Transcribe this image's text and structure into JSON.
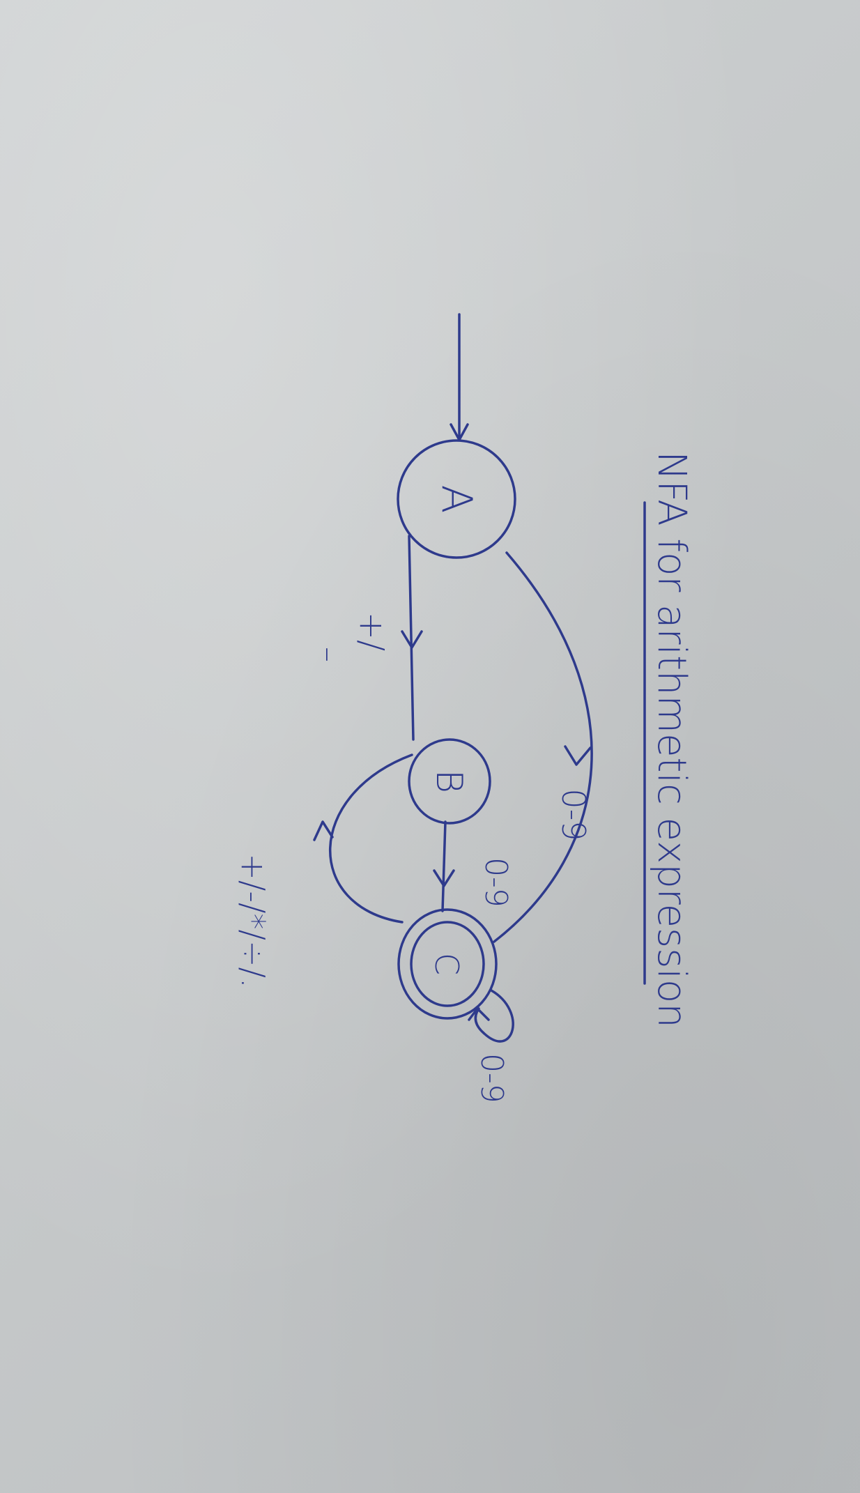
{
  "diagram": {
    "title": "NFA for arithmetic expression",
    "states": [
      {
        "id": "A",
        "label": "A",
        "start": true,
        "accepting": false
      },
      {
        "id": "B",
        "label": "B",
        "start": false,
        "accepting": false
      },
      {
        "id": "C",
        "label": "C",
        "start": false,
        "accepting": true
      }
    ],
    "transitions": [
      {
        "from": "A",
        "to": "B",
        "label_line1": "+/",
        "label_line2": "–"
      },
      {
        "from": "A",
        "to": "C",
        "label": "0-9"
      },
      {
        "from": "B",
        "to": "C",
        "label": "0-9"
      },
      {
        "from": "C",
        "to": "C",
        "label": "0-9"
      },
      {
        "from": "C",
        "to": "B",
        "label": "+/-/*/÷/."
      }
    ]
  },
  "colors": {
    "ink": "#2e3a8c",
    "paper": "#c9cccd"
  }
}
